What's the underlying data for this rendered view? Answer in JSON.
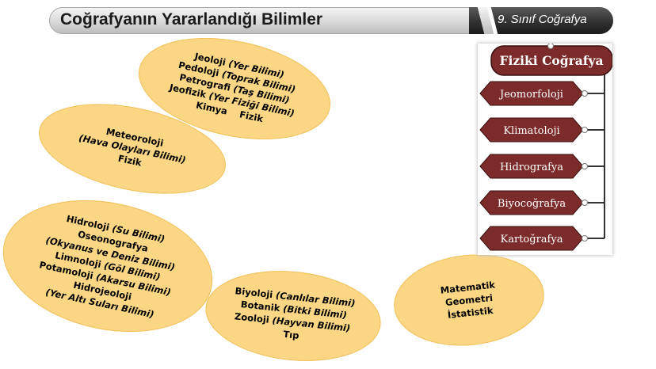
{
  "header": {
    "title": "Coğrafyanın Yararlandığı Bilimler",
    "subtitle": "9. Sınıf Coğrafya"
  },
  "ellipses": {
    "geology": [
      {
        "name": "Jeoloji",
        "note": "(Yer Bilimi)"
      },
      {
        "name": "Pedoloji",
        "note": "(Toprak Bilimi)"
      },
      {
        "name": "Petrografi",
        "note": "(Taş Bilimi)"
      },
      {
        "name": "Jeofizik",
        "note": "(Yer Fiziği Bilimi)"
      },
      {
        "name": "Kimya    Fizik",
        "note": ""
      }
    ],
    "meteorology": [
      {
        "name": "Meteoroloji",
        "note": ""
      },
      {
        "name": "",
        "note": "(Hava Olayları Bilimi)"
      },
      {
        "name": "Fizik",
        "note": ""
      }
    ],
    "hydrology": [
      {
        "name": "Hidroloji",
        "note": "(Su Bilimi)"
      },
      {
        "name": "Oseonografya",
        "note": ""
      },
      {
        "name": "",
        "note": "(Okyanus ve Deniz Bilimi)"
      },
      {
        "name": "Limnoloji",
        "note": "(Göl Bilimi)"
      },
      {
        "name": "Potamoloji",
        "note": "(Akarsu Bilimi)"
      },
      {
        "name": "Hidrojeoloji",
        "note": ""
      },
      {
        "name": "",
        "note": "(Yer Altı Suları Bilimi)"
      }
    ],
    "biology": [
      {
        "name": "Biyoloji",
        "note": "(Canlılar Bilimi)"
      },
      {
        "name": "Botanik",
        "note": "(Bitki Bilimi)"
      },
      {
        "name": "Zooloji",
        "note": "(Hayvan Bilimi)"
      },
      {
        "name": "Tıp",
        "note": ""
      }
    ],
    "math": [
      {
        "name": "Matematik",
        "note": ""
      },
      {
        "name": "Geometri",
        "note": ""
      },
      {
        "name": "İstatistik",
        "note": ""
      }
    ]
  },
  "fiziki": {
    "title": "Fiziki Coğrafya",
    "items": [
      "Jeomorfoloji",
      "Klimatoloji",
      "Hidrografya",
      "Biyocoğrafya",
      "Kartoğrafya"
    ],
    "colors": {
      "box": "#7b2c2a",
      "line": "#333333"
    }
  },
  "colors": {
    "ellipse": "#fbd785"
  }
}
